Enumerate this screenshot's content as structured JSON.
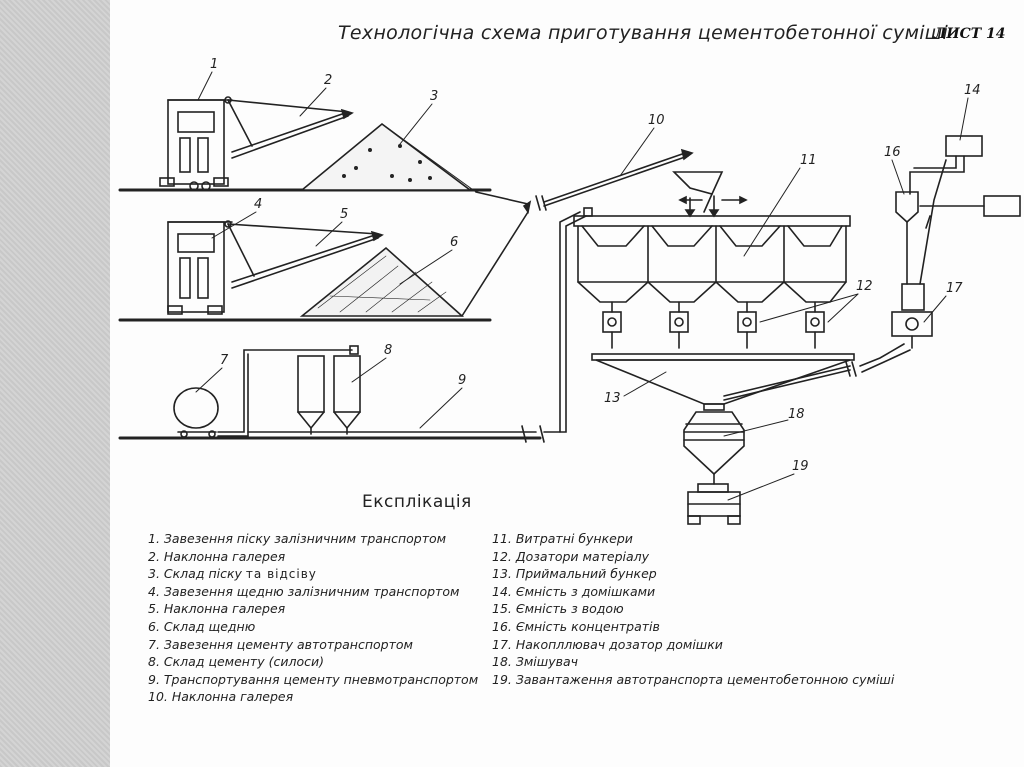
{
  "sheet_label": "ЛИСТ 14",
  "title": "Технологічна схема приготування цементобетонної суміші",
  "legend_title": "Експлікація",
  "legend_left": [
    "1. Завезення піску залізничним транспортом",
    "2. Наклонна галерея",
    "3. Склад піску",
    "4. Завезення щедню залізничним транспортом",
    "5. Наклонна галерея",
    "6. Склад щедню",
    "7. Завезення цементу автотранспортом",
    "8. Склад цементу (силоси)",
    "9. Транспортування цементу пневмотранспортом",
    "10. Наклонна галерея"
  ],
  "legend_handwritten": "та відсіву",
  "legend_right": [
    "11. Витратні бункери",
    "12. Дозатори матеріалу",
    "13. Приймальний бункер",
    "14. Ємність з домішками",
    "15. Ємність з водою",
    "16. Ємність концентратів",
    "17. Накопллювач дозатор домішки",
    "18. Змішувач",
    "19. Завантаження автотранспорта цементобетонною суміші"
  ],
  "diagram_numbers": [
    "1",
    "2",
    "3",
    "4",
    "5",
    "6",
    "7",
    "8",
    "9",
    "10",
    "11",
    "12",
    "13",
    "14",
    "16",
    "17",
    "18",
    "19"
  ]
}
